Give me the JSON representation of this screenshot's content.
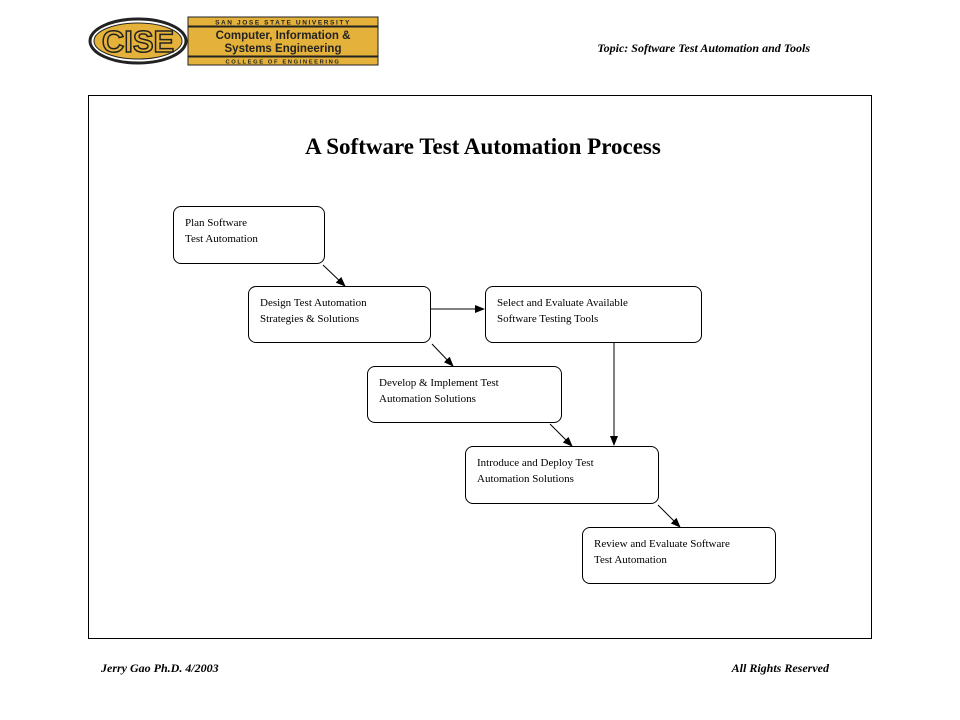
{
  "header": {
    "logo": {
      "mark": "CISE",
      "university": "SAN JOSE STATE UNIVERSITY",
      "department_line1": "Computer, Information &",
      "department_line2": "Systems Engineering",
      "college": "COLLEGE OF ENGINEERING",
      "colors": {
        "gold": "#e4b23a",
        "dark": "#222222"
      }
    },
    "topic": "Topic: Software Test Automation and Tools"
  },
  "slide": {
    "title": "A Software Test Automation Process",
    "steps": [
      {
        "id": "plan",
        "lines": [
          "Plan Software",
          "Test Automation"
        ]
      },
      {
        "id": "design",
        "lines": [
          "Design  Test Automation",
          "Strategies & Solutions"
        ]
      },
      {
        "id": "select",
        "lines": [
          "Select  and Evaluate Available",
          "Software Testing Tools"
        ]
      },
      {
        "id": "develop",
        "lines": [
          "Develop & Implement Test",
          "Automation Solutions"
        ]
      },
      {
        "id": "introduce",
        "lines": [
          "Introduce and Deploy Test",
          "Automation Solutions"
        ]
      },
      {
        "id": "review",
        "lines": [
          "Review and Evaluate Software",
          "Test Automation"
        ]
      }
    ],
    "connections": [
      {
        "from": "plan",
        "to": "design"
      },
      {
        "from": "design",
        "to": "select"
      },
      {
        "from": "design",
        "to": "develop"
      },
      {
        "from": "develop",
        "to": "introduce"
      },
      {
        "from": "select",
        "to": "introduce"
      },
      {
        "from": "introduce",
        "to": "review"
      }
    ]
  },
  "footer": {
    "left": "Jerry Gao Ph.D.  4/2003",
    "right": "All Rights Reserved"
  }
}
